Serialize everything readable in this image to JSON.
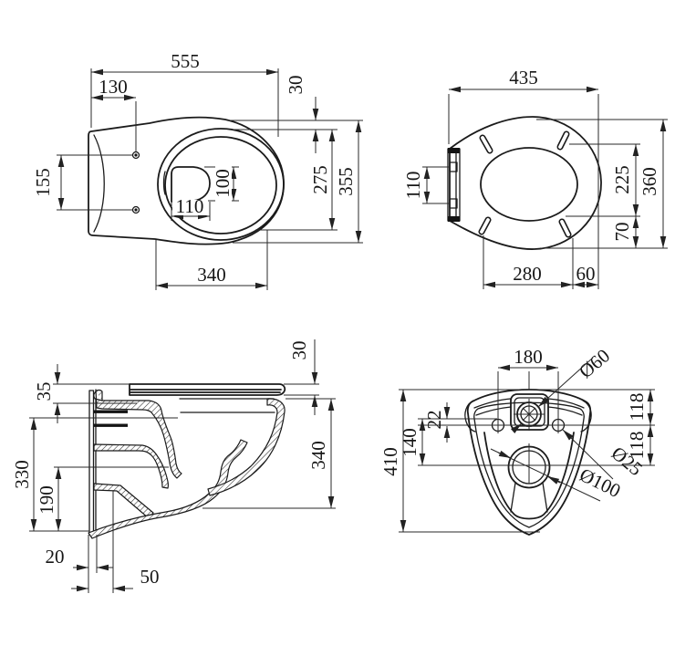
{
  "colors": {
    "line": "#1b1b1b",
    "background": "#ffffff"
  },
  "views": {
    "bowl_top": {
      "name": "bowl-top-view",
      "dims": {
        "total_length": "555",
        "holes_from_wall": "130",
        "rim_offset": "30",
        "holes_spacing": "155",
        "sump_depth": "100",
        "sump_length": "110",
        "bowl_inner_width": "275",
        "overall_width": "355",
        "bowl_width": "340"
      }
    },
    "seat_top": {
      "name": "seat-top-view",
      "dims": {
        "seat_length": "435",
        "hinge_spacing": "110",
        "bumper_spacing": "225",
        "seat_width": "360",
        "bumper_to_edge": "70",
        "bumper_length": "280",
        "edge_margin": "60"
      }
    },
    "side_section": {
      "name": "side-section-view",
      "dims": {
        "seat_thickness": "30",
        "seat_overhang": "35",
        "inlet_height": "330",
        "outlet_height": "190",
        "body_depth": "340",
        "wall_clearance": "20",
        "outlet_distance": "50"
      }
    },
    "rear": {
      "name": "rear-view",
      "dims": {
        "bolt_spacing": "180",
        "inlet_diameter": "Ø60",
        "shelf_to_holes": "22",
        "inlet_to_outlet": "140",
        "overall_height": "410",
        "upper_spacing": "118",
        "lower_spacing": "118",
        "bolt_diameter": "Ø25",
        "outlet_diameter": "Ø100"
      }
    }
  }
}
